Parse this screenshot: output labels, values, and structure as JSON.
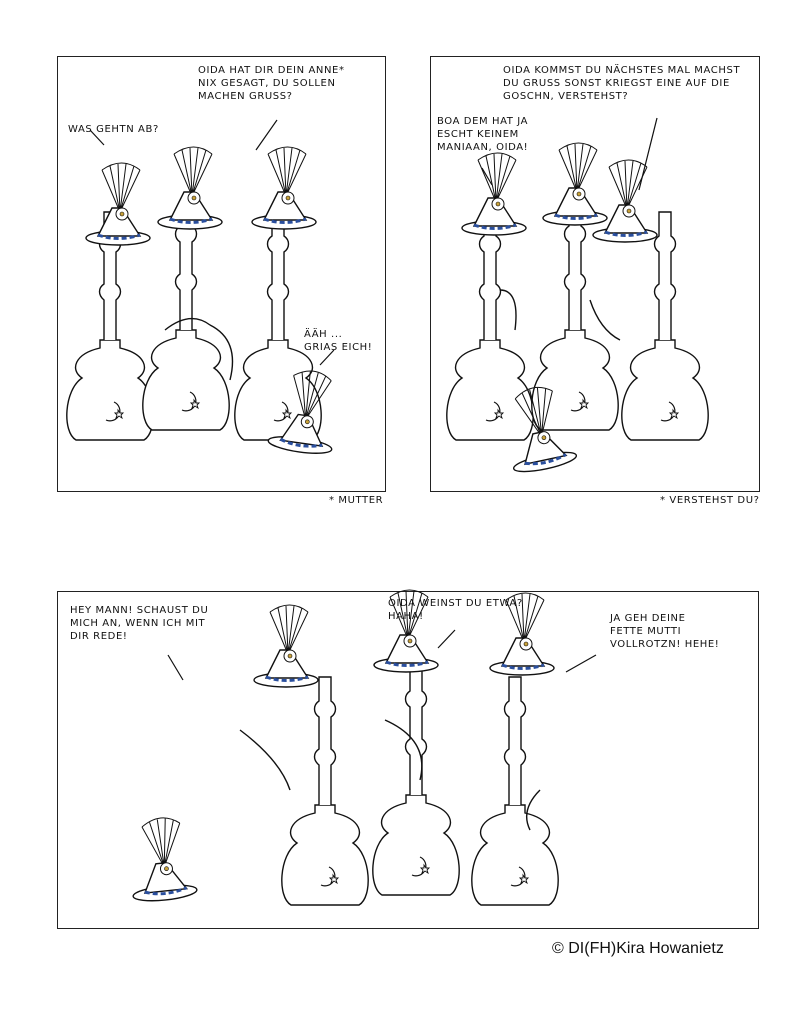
{
  "panels": [
    {
      "lines": [
        "WAS GEHTN AB?",
        "OIDA HAT DIR DEIN ANNE*\nNIX GESAGT, DU SOLLEN\nMACHEN GRUSS?",
        "ÄÄH ...\nGRIAS EICH!"
      ],
      "footnote": "* MUTTER"
    },
    {
      "lines": [
        "OIDA KOMMST DU NÄCHSTES MAL MACHST\nDU GRUSS SONST KRIEGST EINE AUF DIE\nGOSCHN, VERSTEHST?",
        "BOA DEM HAT JA\nESCHT KEINEM\nMANIAAN, OIDA!"
      ],
      "footnote": "* VERSTEHST DU?"
    },
    {
      "lines": [
        "HEY MANN! SCHAUST DU\nMICH AN, WENN ICH MIT\nDIR REDE!",
        "OIDA WEINST DU ETWA?\nHAHA!",
        "JA GEH DEINE\nFETTE MUTTI\nVOLLROTZN! HEHE!"
      ],
      "footnote": ""
    }
  ],
  "credit": "© DI(FH)Kira Howanietz",
  "colors": {
    "hatband": "#2a4f9e",
    "ink": "#111111"
  }
}
